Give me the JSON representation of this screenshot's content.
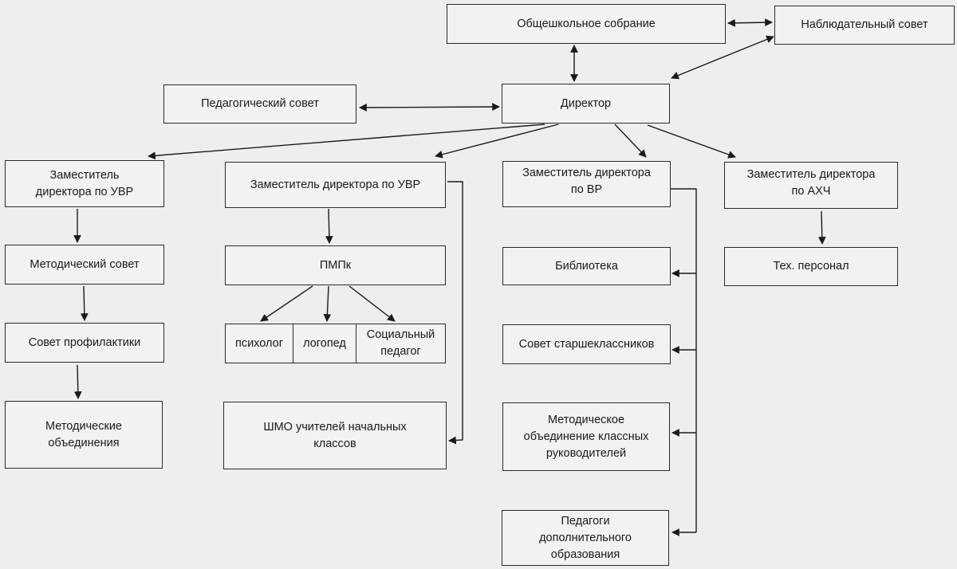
{
  "nodes": {
    "general_meeting": "Общешкольное собрание",
    "supervisory_board": "Наблюдательный совет",
    "pedagogical_council": "Педагогический совет",
    "director": "Директор",
    "deputy_uvr_1": "Заместитель\nдиректора по УВР",
    "deputy_uvr_2": "Заместитель  директора по УВР",
    "deputy_vr": "Заместитель  директора\nпо ВР",
    "deputy_ahch": "Заместитель  директора\nпо АХЧ",
    "methodical_council": "Методический совет",
    "prevention_council": "Совет профилактики",
    "methodical_associations": "Методические\nобъединения",
    "pmpk": "ПМПк",
    "psychologist": "психолог",
    "speech_therapist": "логопед",
    "social_pedagogue": "Социальный\nпедагог",
    "shmo": "ШМО учителей начальных\nклассов",
    "library": "Библиотека",
    "senior_council": "Совет старшеклассников",
    "class_teachers_association": "Методическое\nобъединение классных\nруководителей",
    "additional_education": "Педагоги\nдополнительного\nобразования",
    "tech_staff": "Тех. персонал"
  }
}
